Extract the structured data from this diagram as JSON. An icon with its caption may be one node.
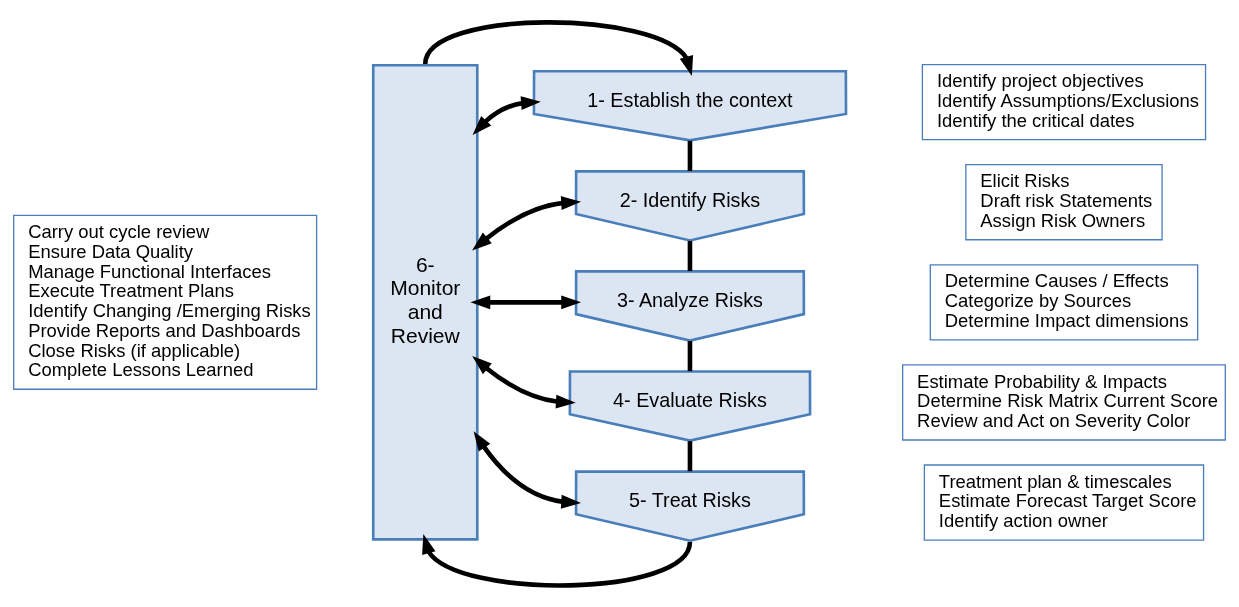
{
  "diagram": {
    "nodes": [
      {
        "text": [
          "Carry out cycle review",
          "Ensure Data Quality",
          "Manage Functional Interfaces",
          "Execute Treatment Plans",
          "Identify Changing /Emerging Risks",
          "Provide Reports and Dashboards",
          "Close Risks (if applicable)",
          "Complete Lessons Learned"
        ]
      },
      {
        "text": [
          "6- Monitor and Review"
        ]
      },
      {
        "text": [
          "1- Establish the context"
        ]
      },
      {
        "text": [
          "Identify project objectives",
          "Identify Assumptions/Exclusions",
          "Identify the critical dates"
        ]
      },
      {
        "text": [
          "2- Identify Risks"
        ]
      },
      {
        "text": [
          "Elicit Risks",
          "Draft risk Statements",
          "Assign Risk Owners"
        ]
      },
      {
        "text": [
          "3- Analyze Risks"
        ]
      },
      {
        "text": [
          "Determine Causes / Effects",
          "Categorize by Sources",
          "Determine Impact dimensions"
        ]
      },
      {
        "text": [
          "4- Evaluate Risks"
        ]
      },
      {
        "text": [
          "Estimate Probability & Impacts",
          "Determine Risk Matrix Current Score",
          "Review and Act on Severity Color"
        ]
      },
      {
        "text": [
          "5- Treat Risks"
        ]
      },
      {
        "text": [
          "Treatment plan & timescales",
          "Estimate Forecast Target Score",
          "Identify action owner"
        ]
      }
    ],
    "edges": [
      {
        "from": 1,
        "to": 2,
        "arrow": "to"
      },
      {
        "from": 1,
        "to": 2,
        "arrow": "both"
      },
      {
        "from": 1,
        "to": 4,
        "arrow": "both"
      },
      {
        "from": 1,
        "to": 6,
        "arrow": "both"
      },
      {
        "from": 1,
        "to": 8,
        "arrow": "both"
      },
      {
        "from": 1,
        "to": 10,
        "arrow": "both"
      },
      {
        "from": 2,
        "to": 4,
        "arrow": "none"
      },
      {
        "from": 4,
        "to": 6,
        "arrow": "none"
      },
      {
        "from": 6,
        "to": 8,
        "arrow": "none"
      },
      {
        "from": 8,
        "to": 10,
        "arrow": "none"
      },
      {
        "from": 10,
        "to": 1,
        "arrow": "to"
      }
    ]
  }
}
